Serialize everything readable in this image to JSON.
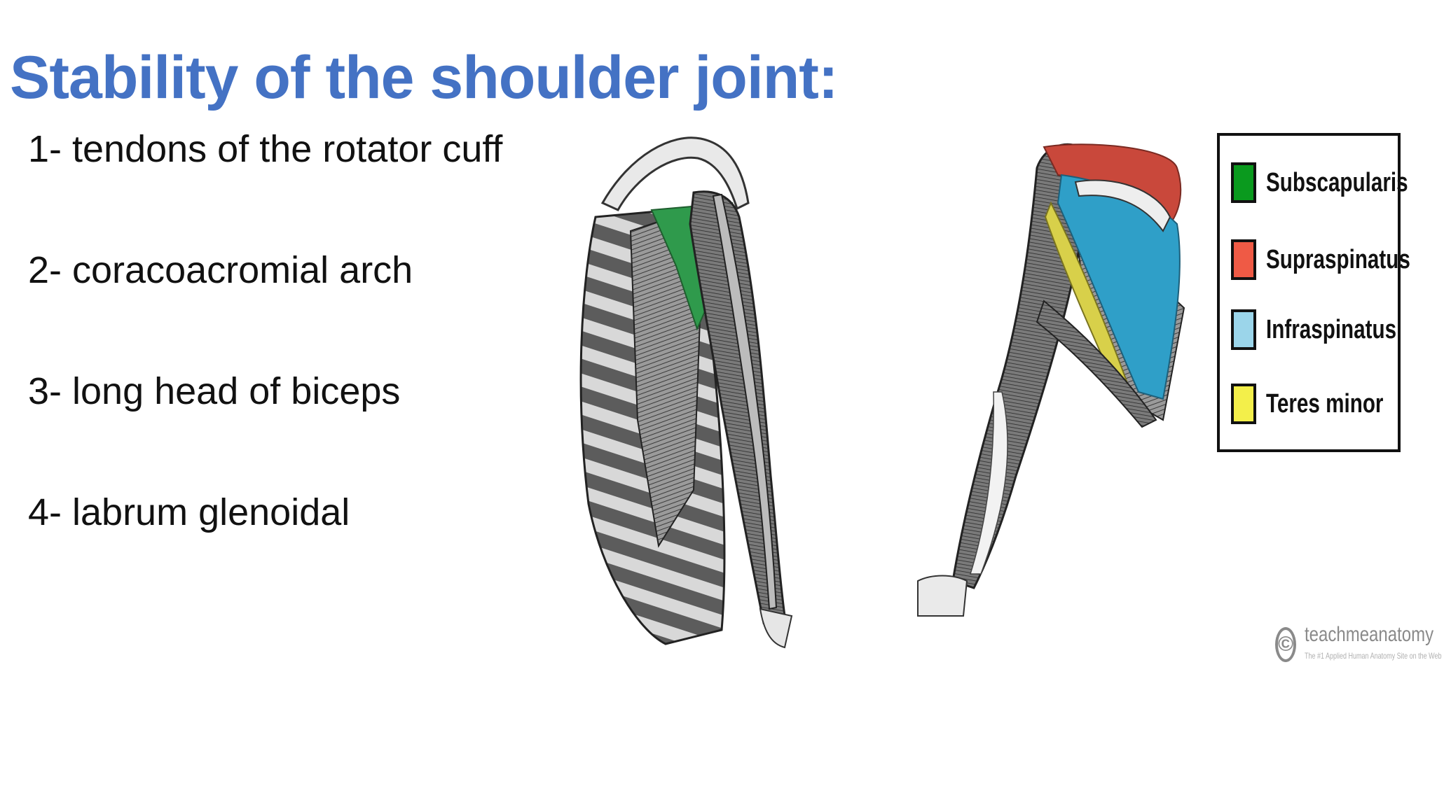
{
  "slide": {
    "title": "Stability of the shoulder joint:",
    "points": [
      "1- tendons of the rotator cuff",
      "2- coracoacromial arch",
      "3- long head of biceps",
      "4- labrum glenoidal"
    ]
  },
  "legend": {
    "items": [
      {
        "label": "Subscapularis",
        "color": "#0a9a1e"
      },
      {
        "label": "Supraspinatus",
        "color": "#ef5a45"
      },
      {
        "label": "Infraspinatus",
        "color": "#9bd5ea"
      },
      {
        "label": "Teres minor",
        "color": "#f3ef4a"
      }
    ]
  },
  "watermark": {
    "symbol": "©",
    "brand": "teachmeanatomy",
    "tagline": "The #1 Applied Human Anatomy Site on the Web"
  },
  "illustration": {
    "muscle_colors": {
      "subscapularis": "#2f9a4c",
      "supraspinatus": "#c9483b",
      "infraspinatus": "#2f9fc8",
      "teres_minor": "#d8d04a"
    }
  }
}
